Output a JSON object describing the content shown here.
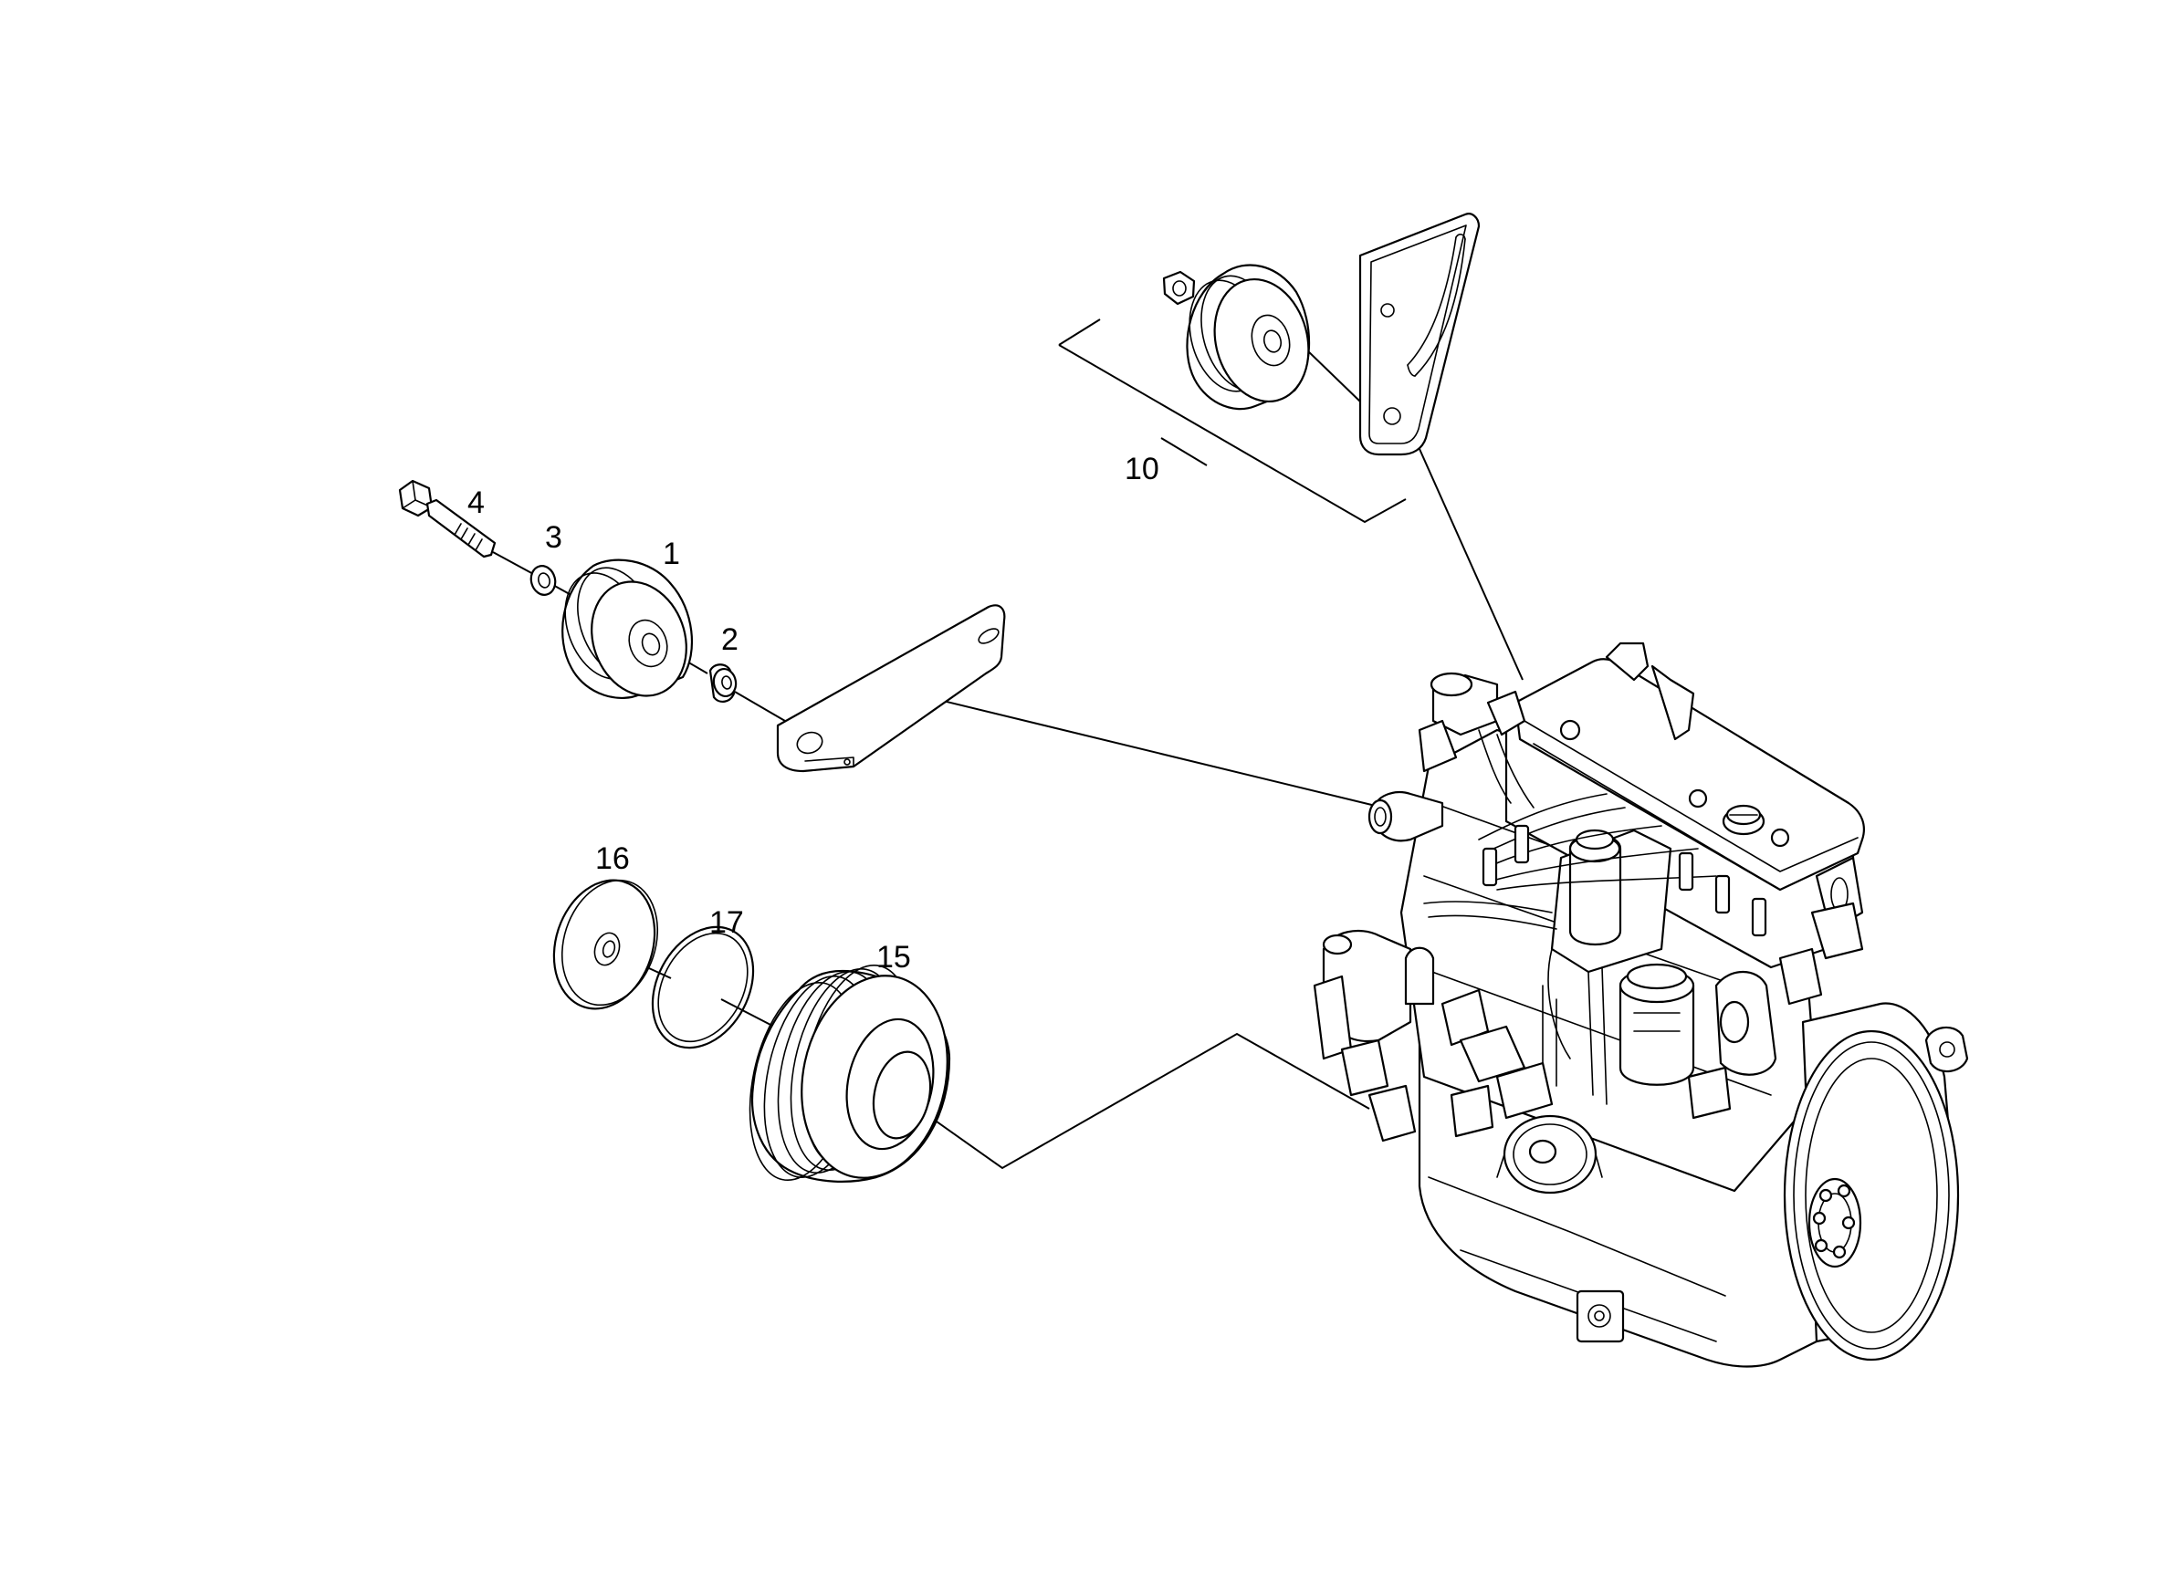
{
  "callouts": {
    "c1": "1",
    "c2": "2",
    "c3": "3",
    "c4": "4",
    "c10": "10",
    "c15": "15",
    "c16": "16",
    "c17": "17"
  },
  "parts": [
    {
      "ref": "1",
      "shape": "pulley"
    },
    {
      "ref": "2",
      "shape": "spacer"
    },
    {
      "ref": "3",
      "shape": "washer"
    },
    {
      "ref": "4",
      "shape": "bolt"
    },
    {
      "ref": "10",
      "shape": "tensioner-assembly"
    },
    {
      "ref": "15",
      "shape": "crankshaft-pulley"
    },
    {
      "ref": "16",
      "shape": "disc"
    },
    {
      "ref": "17",
      "shape": "ring"
    }
  ]
}
